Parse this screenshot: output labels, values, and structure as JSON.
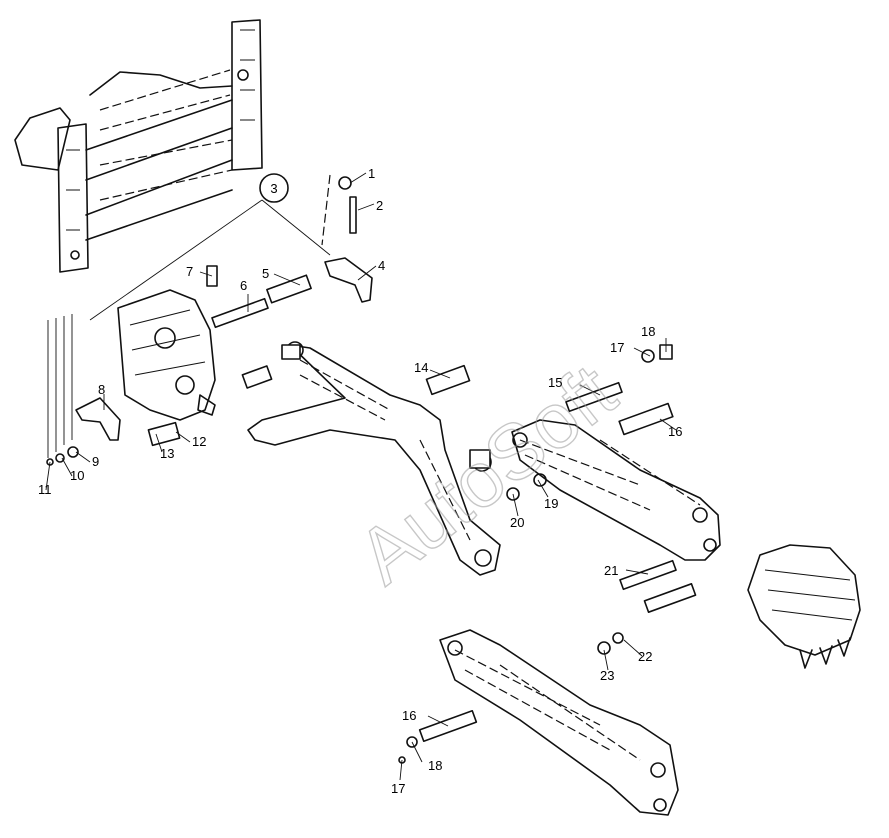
{
  "callout_circle": "3",
  "watermark": "AutoSoft",
  "labels": [
    {
      "id": "label-1",
      "text": "1"
    },
    {
      "id": "label-2",
      "text": "2"
    },
    {
      "id": "label-4",
      "text": "4"
    },
    {
      "id": "label-5",
      "text": "5"
    },
    {
      "id": "label-6",
      "text": "6"
    },
    {
      "id": "label-7",
      "text": "7"
    },
    {
      "id": "label-8",
      "text": "8"
    },
    {
      "id": "label-9",
      "text": "9"
    },
    {
      "id": "label-10",
      "text": "10"
    },
    {
      "id": "label-11",
      "text": "11"
    },
    {
      "id": "label-12",
      "text": "12"
    },
    {
      "id": "label-13",
      "text": "13"
    },
    {
      "id": "label-14",
      "text": "14"
    },
    {
      "id": "label-15",
      "text": "15"
    },
    {
      "id": "label-16a",
      "text": "16"
    },
    {
      "id": "label-17a",
      "text": "17"
    },
    {
      "id": "label-18a",
      "text": "18"
    },
    {
      "id": "label-19",
      "text": "19"
    },
    {
      "id": "label-20",
      "text": "20"
    },
    {
      "id": "label-21",
      "text": "21"
    },
    {
      "id": "label-22",
      "text": "22"
    },
    {
      "id": "label-23",
      "text": "23"
    },
    {
      "id": "label-16b",
      "text": "16"
    },
    {
      "id": "label-17b",
      "text": "17"
    },
    {
      "id": "label-18b",
      "text": "18"
    }
  ]
}
